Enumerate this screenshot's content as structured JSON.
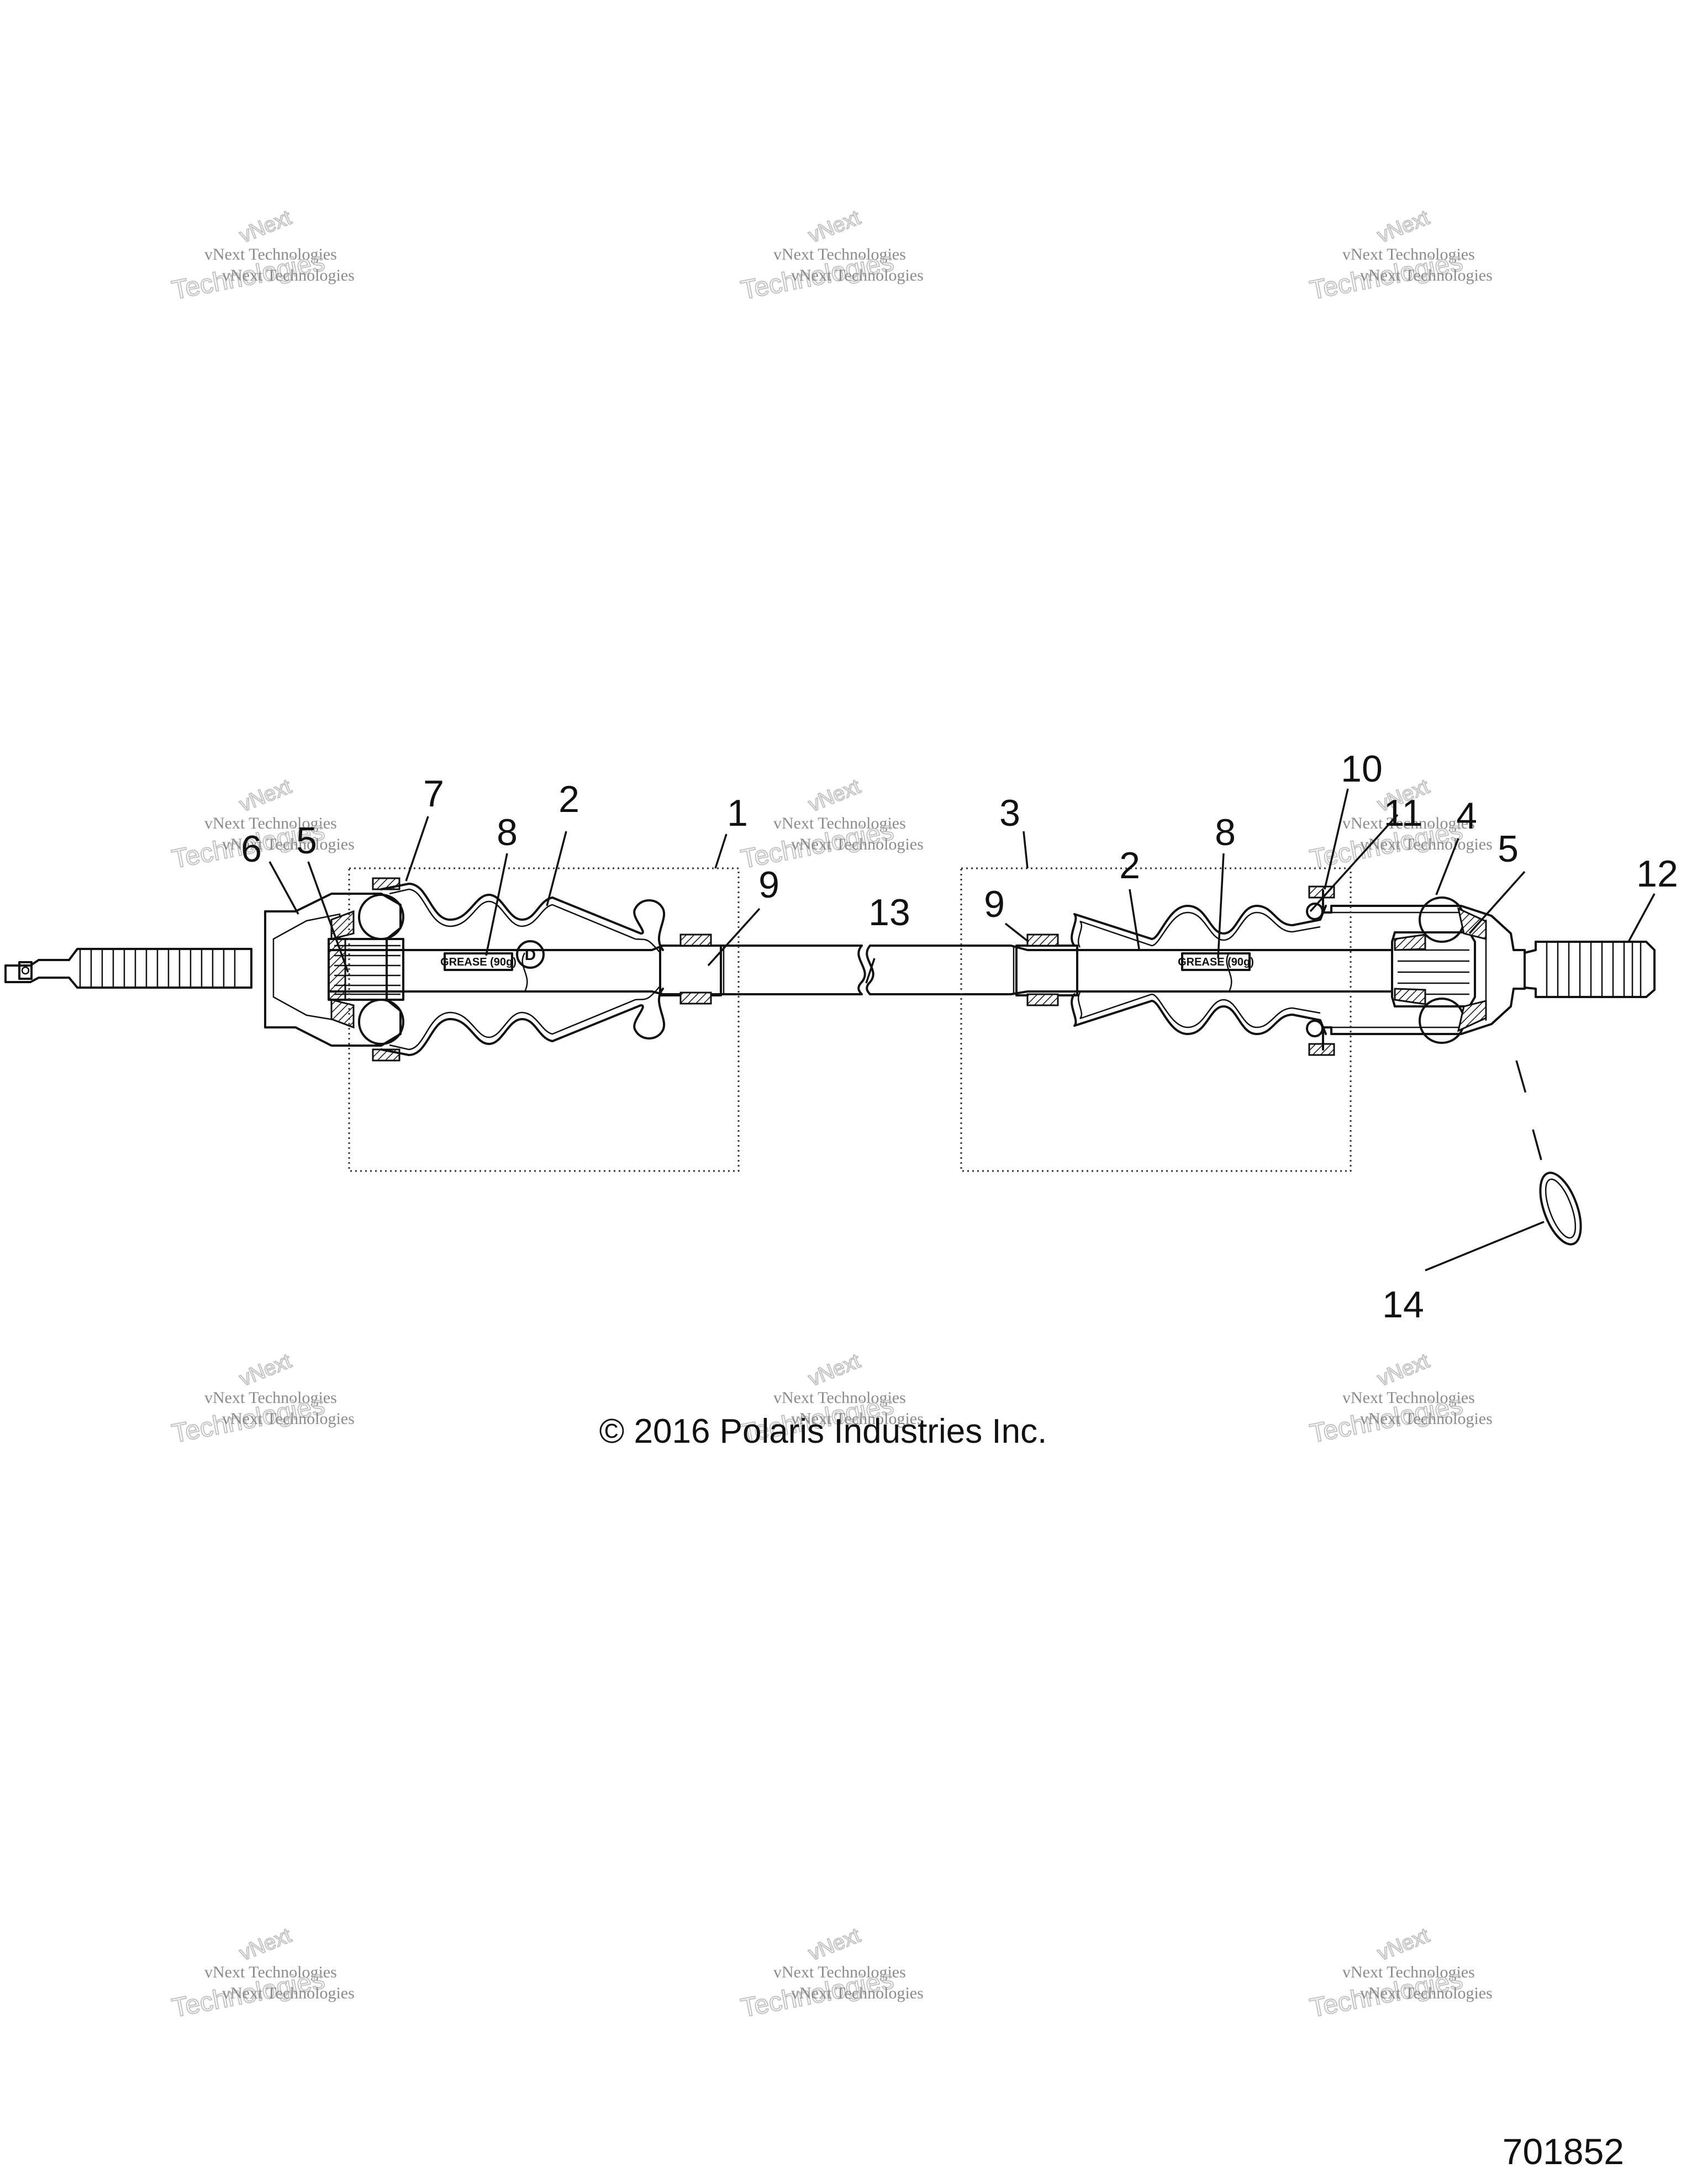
{
  "diagram": {
    "copyright": "© 2016 Polaris Industries Inc.",
    "figure_number": "701852",
    "grease_label": "GREASE (90g)",
    "boot_marker": "D",
    "watermark": {
      "line1": "vNext Technologies",
      "line2": "Technologies",
      "line3": "vNext"
    },
    "callouts": [
      {
        "id": "1",
        "label": "1"
      },
      {
        "id": "2a",
        "label": "2"
      },
      {
        "id": "2b",
        "label": "2"
      },
      {
        "id": "3",
        "label": "3"
      },
      {
        "id": "4",
        "label": "4"
      },
      {
        "id": "5a",
        "label": "5"
      },
      {
        "id": "5b",
        "label": "5"
      },
      {
        "id": "6",
        "label": "6"
      },
      {
        "id": "7",
        "label": "7"
      },
      {
        "id": "8a",
        "label": "8"
      },
      {
        "id": "8b",
        "label": "8"
      },
      {
        "id": "9a",
        "label": "9"
      },
      {
        "id": "9b",
        "label": "9"
      },
      {
        "id": "10",
        "label": "10"
      },
      {
        "id": "11",
        "label": "11"
      },
      {
        "id": "12",
        "label": "12"
      },
      {
        "id": "13",
        "label": "13"
      },
      {
        "id": "14",
        "label": "14"
      }
    ]
  }
}
